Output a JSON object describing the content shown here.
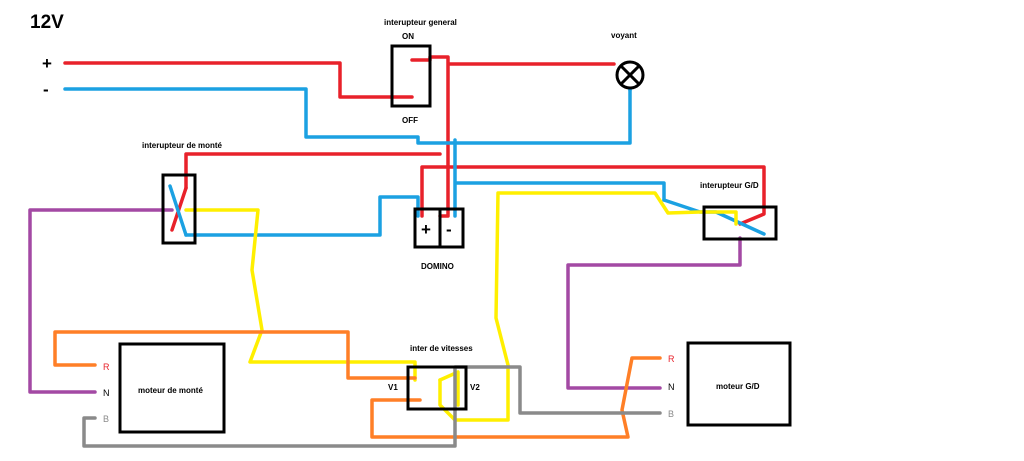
{
  "supply": {
    "voltage": "12V",
    "plus": "+",
    "minus": "-"
  },
  "main_switch": {
    "title": "interupteur general",
    "on": "ON",
    "off": "OFF"
  },
  "lamp": {
    "label": "voyant"
  },
  "up_switch": {
    "label": "interupteur de monté"
  },
  "domino": {
    "label": "DOMINO",
    "plus": "+",
    "minus": "-"
  },
  "lr_switch": {
    "label": "interupteur G/D"
  },
  "speed_switch": {
    "label": "inter de vitesses",
    "v1": "V1",
    "v2": "V2"
  },
  "motor_up": {
    "label": "moteur de monté",
    "r": "R",
    "n": "N",
    "b": "B"
  },
  "motor_lr": {
    "label": "moteur G/D",
    "r": "R",
    "n": "N",
    "b": "B"
  },
  "colors": {
    "red": "#e8212a",
    "blue": "#1ba1e2",
    "yellow": "#ffef00",
    "orange": "#ff7f27",
    "purple": "#a349a4",
    "gray": "#8a8a8a"
  }
}
